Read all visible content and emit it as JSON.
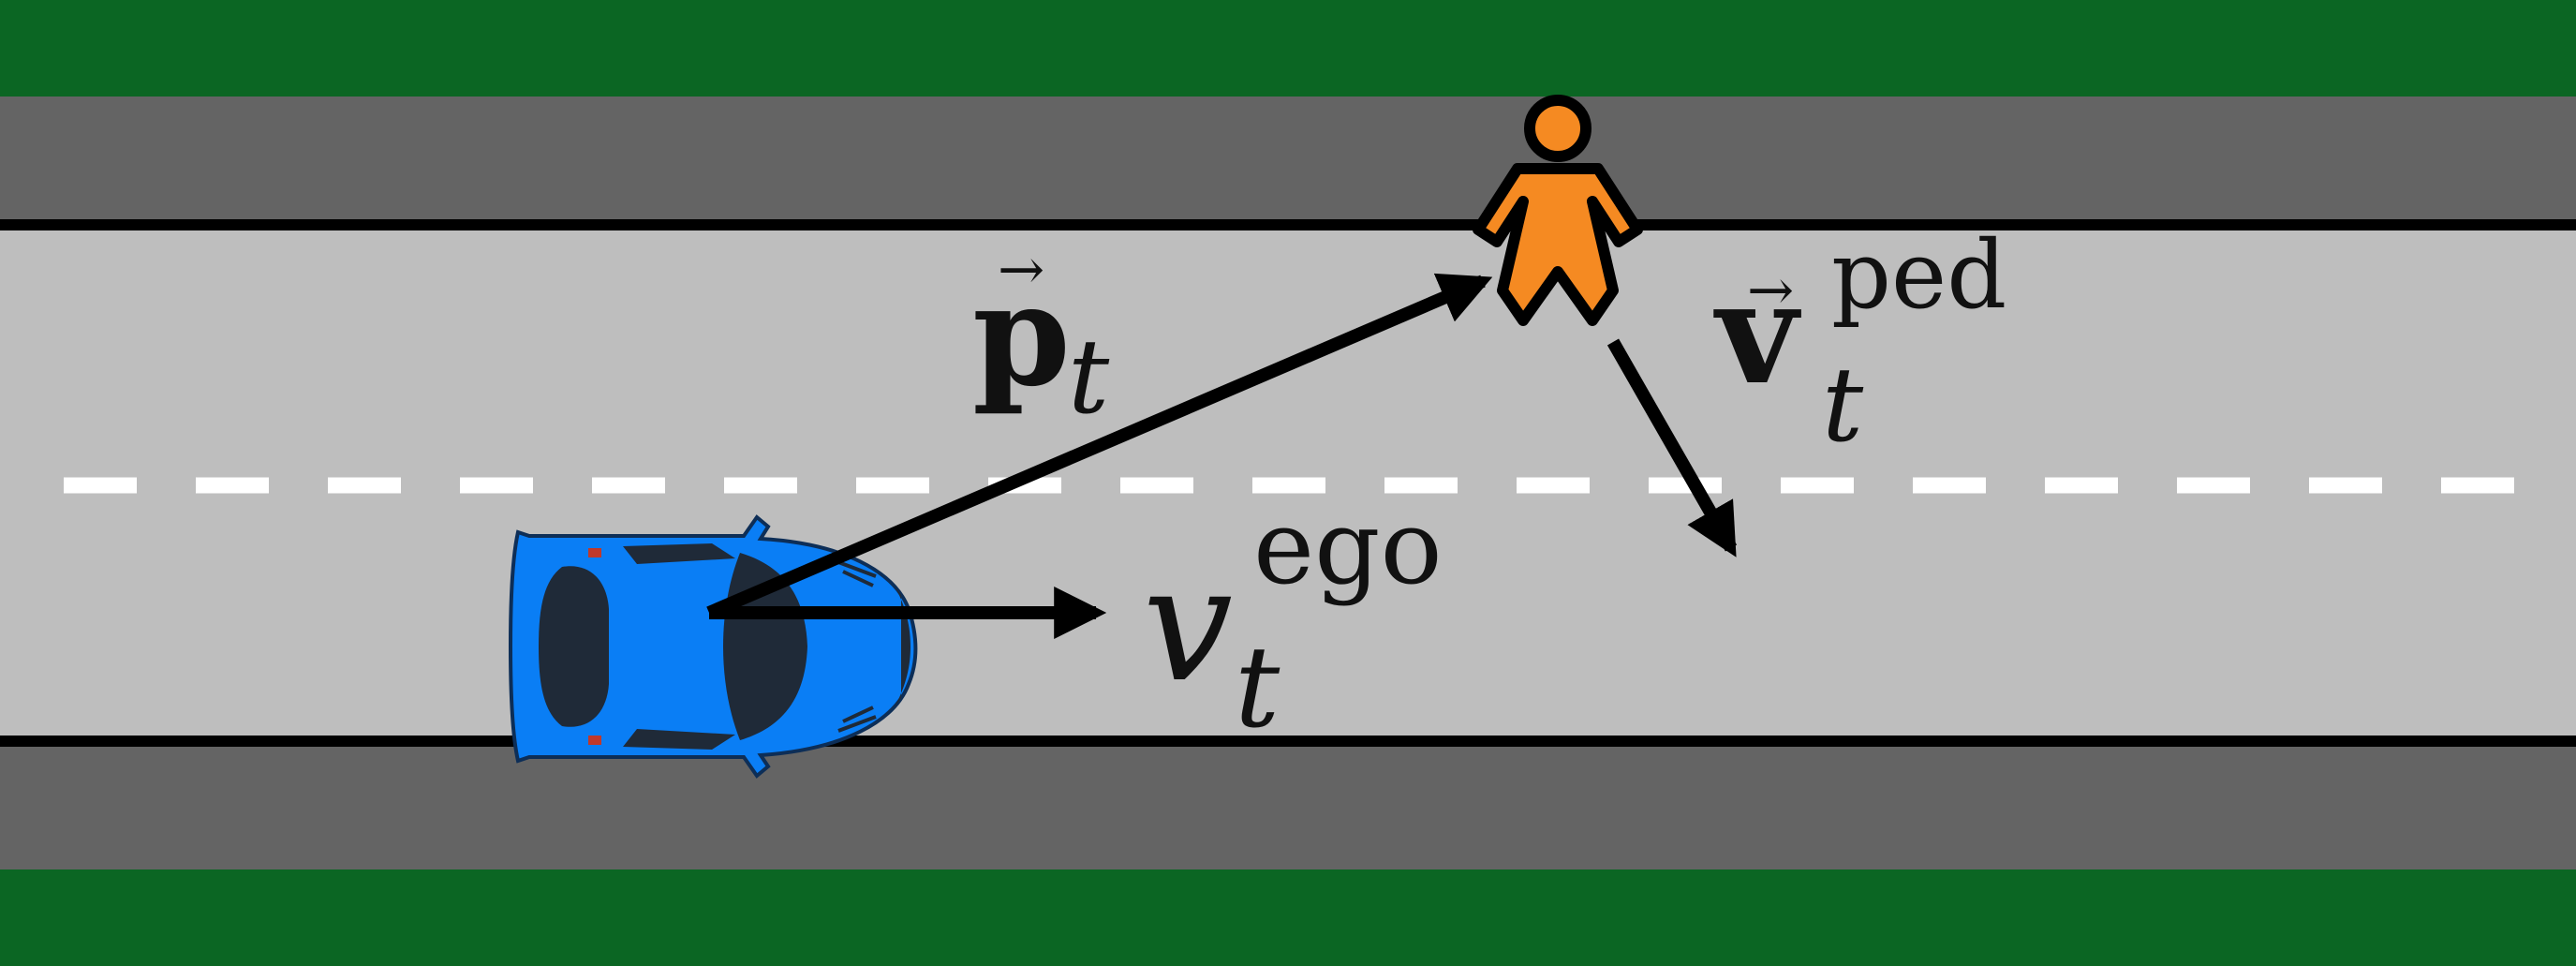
{
  "colors": {
    "grass": "#0b6623",
    "shoulder": "#646464",
    "road": "#bebebe",
    "edge_line": "#000000",
    "lane_marking": "#ffffff",
    "car_body": "#0a7ef5",
    "car_glass": "#1f2a38",
    "pedestrian": "#f58a22",
    "arrow": "#000000"
  },
  "labels": {
    "position_vector": {
      "symbol": "p",
      "subscript": "t"
    },
    "ped_velocity": {
      "symbol": "v",
      "subscript": "t",
      "superscript": "ped"
    },
    "ego_velocity": {
      "symbol": "v",
      "subscript": "t",
      "superscript": "ego"
    }
  },
  "icons": {
    "ego_vehicle": "car-top-view-icon",
    "pedestrian": "pedestrian-icon"
  }
}
